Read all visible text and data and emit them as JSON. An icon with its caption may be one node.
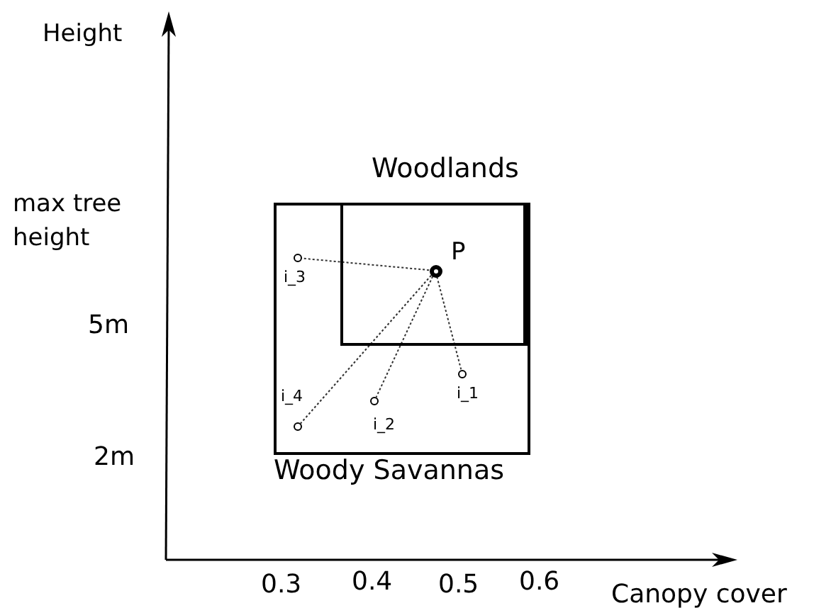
{
  "diagram": {
    "nodes": [
      {
        "text": [
          "Woody Savannas"
        ]
      },
      {
        "text": [
          "Woodlands"
        ],
        "in": 0
      },
      {
        "text": [
          "P"
        ],
        "in": 1
      },
      {
        "text": [
          "i_3"
        ],
        "in": 0
      },
      {
        "text": [
          "i_4"
        ],
        "in": 0
      },
      {
        "text": [
          "i_2"
        ],
        "in": 0
      },
      {
        "text": [
          "i_1"
        ],
        "in": 0
      }
    ],
    "edges": [
      {
        "from": 2,
        "to": 3,
        "arrow": "none",
        "style": "dashed"
      },
      {
        "from": 2,
        "to": 4,
        "arrow": "none",
        "style": "dashed"
      },
      {
        "from": 2,
        "to": 5,
        "arrow": "none",
        "style": "dashed"
      },
      {
        "from": 2,
        "to": 6,
        "arrow": "none",
        "style": "dashed"
      }
    ],
    "labels": [
      "Height",
      "max tree height",
      "5m",
      "2m",
      "0.3",
      "0.4",
      "0.5",
      "0.6",
      "Canopy cover"
    ]
  }
}
